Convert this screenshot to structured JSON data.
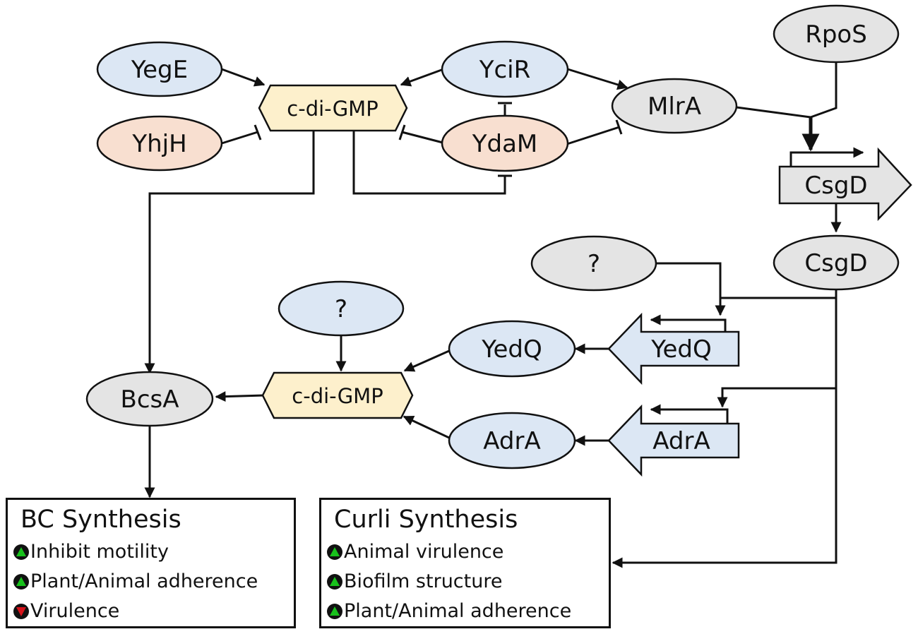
{
  "nodes": {
    "yege": "YegE",
    "yhjh": "YhjH",
    "cdigmp_top": "c-di-GMP",
    "ycir": "YciR",
    "ydam": "YdaM",
    "mlra": "MlrA",
    "rpos": "RpoS",
    "csgd_gene": "CsgD",
    "csgd_protein": "CsgD",
    "unknown_right": "?",
    "unknown_center": "?",
    "yedq_protein": "YedQ",
    "yedq_gene": "YedQ",
    "cdigmp_bottom": "c-di-GMP",
    "bcsa": "BcsA",
    "adra_protein": "AdrA",
    "adra_gene": "AdrA"
  },
  "colors": {
    "blue_fill": "#dce7f4",
    "salmon_fill": "#f8dfd0",
    "gray_fill": "#e4e4e4",
    "hex_fill": "#fdf0cc",
    "stroke": "#111111",
    "up_marker": "#18c21c",
    "down_marker": "#d6121a"
  },
  "bc_box": {
    "title": "BC Synthesis",
    "items": [
      {
        "marker": "up",
        "text": "Inhibit motility"
      },
      {
        "marker": "up",
        "text": "Plant/Animal adherence"
      },
      {
        "marker": "down",
        "text": "Virulence"
      }
    ]
  },
  "curli_box": {
    "title": "Curli Synthesis",
    "items": [
      {
        "marker": "up",
        "text": "Animal virulence"
      },
      {
        "marker": "up",
        "text": "Biofilm structure"
      },
      {
        "marker": "up",
        "text": "Plant/Animal adherence"
      }
    ]
  }
}
